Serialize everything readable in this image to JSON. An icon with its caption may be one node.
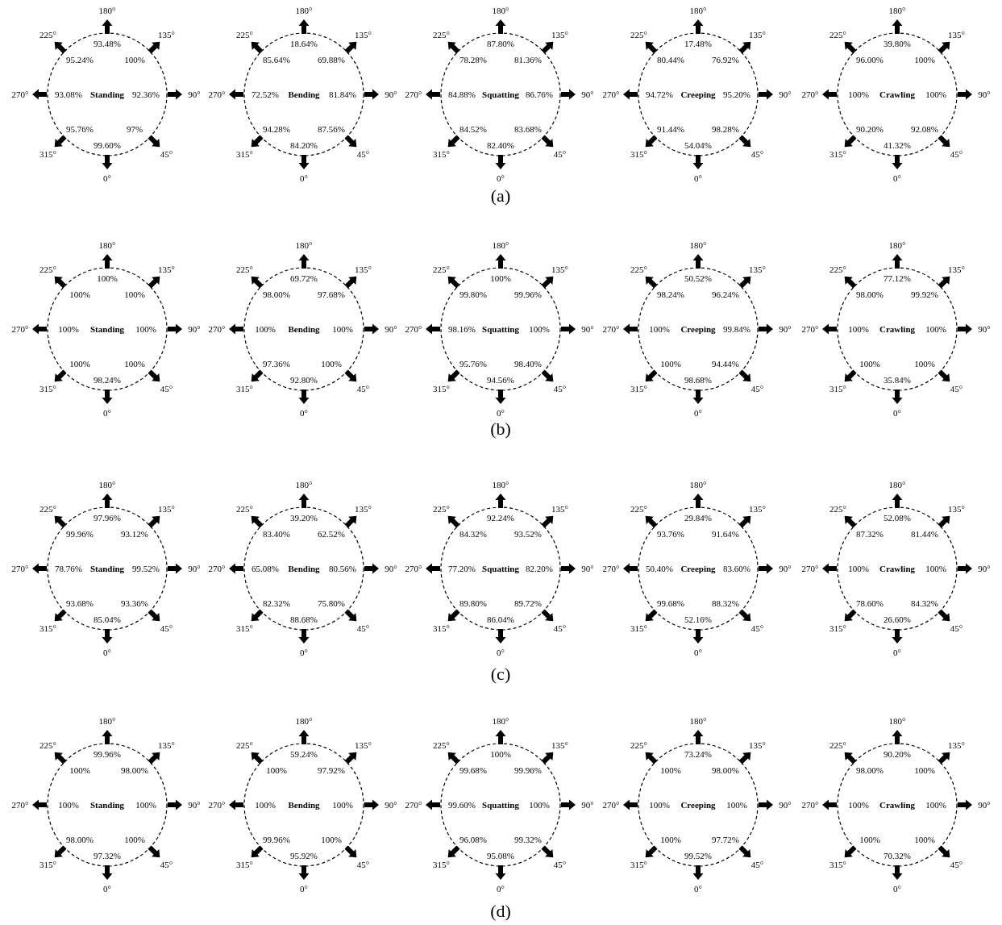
{
  "diagram": {
    "nodes": [
      {
        "text": [
          "93.48%",
          "95.24%",
          "100%",
          "93.08%",
          "Standing",
          "92.36%",
          "95.76%",
          "97%",
          "99.60%"
        ],
        "beside": [
          "180°",
          "225°",
          "135°",
          "270°",
          "90°",
          "315°",
          "45°",
          "0°"
        ]
      },
      {
        "text": [
          "18.64%",
          "85.64%",
          "69.88%",
          "72.52%",
          "Bending",
          "81.84%",
          "94.28%",
          "87.56%",
          "84.20%"
        ],
        "beside": [
          "180°",
          "225°",
          "135°",
          "270°",
          "90°",
          "315°",
          "45°",
          "0°"
        ]
      },
      {
        "text": [
          "87.80%",
          "78.28%",
          "81.36%",
          "84.88%",
          "Squatting",
          "86.76%",
          "84.52%",
          "83.68%",
          "82.40%"
        ],
        "beside": [
          "180°",
          "225°",
          "135°",
          "270°",
          "90°",
          "315°",
          "45°",
          "0°"
        ]
      },
      {
        "text": [
          "17.48%",
          "80.44%",
          "76.92%",
          "94.72%",
          "Creeping",
          "95.20%",
          "91.44%",
          "98.28%",
          "54.04%"
        ],
        "beside": [
          "180°",
          "225°",
          "135°",
          "270°",
          "90°",
          "315°",
          "45°",
          "0°"
        ]
      },
      {
        "text": [
          "39.80%",
          "96.00%",
          "100%",
          "100%",
          "Crawling",
          "100%",
          "90.20%",
          "92.08%",
          "41.32%"
        ],
        "beside": [
          "180°",
          "225°",
          "135°",
          "270°",
          "90°",
          "315°",
          "45°",
          "0°"
        ]
      },
      {
        "text": [
          "100%",
          "100%",
          "100%",
          "100%",
          "Standing",
          "100%",
          "100%",
          "100%",
          "98.24%"
        ],
        "beside": [
          "180°",
          "225°",
          "135°",
          "270°",
          "90°",
          "315°",
          "45°",
          "0°"
        ]
      },
      {
        "text": [
          "69.72%",
          "98.00%",
          "97.68%",
          "100%",
          "Bending",
          "100%",
          "97.36%",
          "100%",
          "92.80%"
        ],
        "beside": [
          "180°",
          "225°",
          "135°",
          "270°",
          "90°",
          "315°",
          "45°",
          "0°"
        ]
      },
      {
        "text": [
          "100%",
          "99.80%",
          "99.96%",
          "98.16%",
          "Squatting",
          "100%",
          "95.76%",
          "98.40%",
          "94.56%"
        ],
        "beside": [
          "180°",
          "225°",
          "135°",
          "270°",
          "90°",
          "315°",
          "45°",
          "0°"
        ]
      },
      {
        "text": [
          "50.52%",
          "98.24%",
          "96.24%",
          "100%",
          "Creeping",
          "99.84%",
          "100%",
          "94.44%",
          "98.68%"
        ],
        "beside": [
          "180°",
          "225°",
          "135°",
          "270°",
          "90°",
          "315°",
          "45°",
          "0°"
        ]
      },
      {
        "text": [
          "77.12%",
          "98.00%",
          "99.92%",
          "100%",
          "Crawling",
          "100%",
          "100%",
          "100%",
          "35.84%"
        ],
        "beside": [
          "180°",
          "225°",
          "135°",
          "270°",
          "90°",
          "315°",
          "45°",
          "0°"
        ]
      },
      {
        "text": [
          "97.96%",
          "99.96%",
          "93.12%",
          "78.76%",
          "Standing",
          "99.52%",
          "93.68%",
          "93.36%",
          "85.04%"
        ],
        "beside": [
          "180°",
          "225°",
          "135°",
          "270°",
          "90°",
          "315°",
          "45°",
          "0°"
        ]
      },
      {
        "text": [
          "39.20%",
          "83.40%",
          "62.52%",
          "65.08%",
          "Bending",
          "80.56%",
          "82.32%",
          "75.80%",
          "88.68%"
        ],
        "beside": [
          "180°",
          "225°",
          "135°",
          "270°",
          "90°",
          "315°",
          "45°",
          "0°"
        ]
      },
      {
        "text": [
          "92.24%",
          "84.32%",
          "93.52%",
          "77.20%",
          "Squatting",
          "82.20%",
          "89.80%",
          "89.72%",
          "86.04%"
        ],
        "beside": [
          "180°",
          "225°",
          "135°",
          "270°",
          "90°",
          "315°",
          "45°",
          "0°"
        ]
      },
      {
        "text": [
          "29.84%",
          "93.76%",
          "91.64%",
          "50.40%",
          "Creeping",
          "83.60%",
          "99.68%",
          "88.32%",
          "52.16%"
        ],
        "beside": [
          "180°",
          "225°",
          "135°",
          "270°",
          "90°",
          "315°",
          "45°",
          "0°"
        ]
      },
      {
        "text": [
          "52.08%",
          "87.32%",
          "81.44%",
          "100%",
          "Crawling",
          "100%",
          "78.60%",
          "84.32%",
          "26.60%"
        ],
        "beside": [
          "180°",
          "225°",
          "135°",
          "270°",
          "90°",
          "315°",
          "45°",
          "0°"
        ]
      },
      {
        "text": [
          "99.96%",
          "100%",
          "98.00%",
          "100%",
          "Standing",
          "100%",
          "98.00%",
          "100%",
          "97.32%"
        ],
        "beside": [
          "180°",
          "225°",
          "135°",
          "270°",
          "90°",
          "315°",
          "45°",
          "0°"
        ]
      },
      {
        "text": [
          "59.24%",
          "100%",
          "97.92%",
          "100%",
          "Bending",
          "100%",
          "99.96%",
          "100%",
          "95.92%"
        ],
        "beside": [
          "180°",
          "225°",
          "135°",
          "270°",
          "90°",
          "315°",
          "45°",
          "0°"
        ]
      },
      {
        "text": [
          "100%",
          "99.68%",
          "99.96%",
          "99.60%",
          "Squatting",
          "100%",
          "96.08%",
          "99.32%",
          "95.08%"
        ],
        "beside": [
          "180°",
          "225°",
          "135°",
          "270°",
          "90°",
          "315°",
          "45°",
          "0°"
        ]
      },
      {
        "text": [
          "73.24%",
          "100%",
          "98.00%",
          "100%",
          "Creeping",
          "100%",
          "100%",
          "97.72%",
          "99.52%"
        ],
        "beside": [
          "180°",
          "225°",
          "135°",
          "270°",
          "90°",
          "315°",
          "45°",
          "0°"
        ]
      },
      {
        "text": [
          "90.20%",
          "98.00%",
          "100%",
          "100%",
          "Crawling",
          "100%",
          "100%",
          "100%",
          "70.32%"
        ],
        "beside": [
          "180°",
          "225°",
          "135°",
          "270°",
          "90°",
          "315°",
          "45°",
          "0°"
        ]
      }
    ],
    "labels": [
      "(a)",
      "(b)",
      "(c)",
      "(d)"
    ]
  }
}
